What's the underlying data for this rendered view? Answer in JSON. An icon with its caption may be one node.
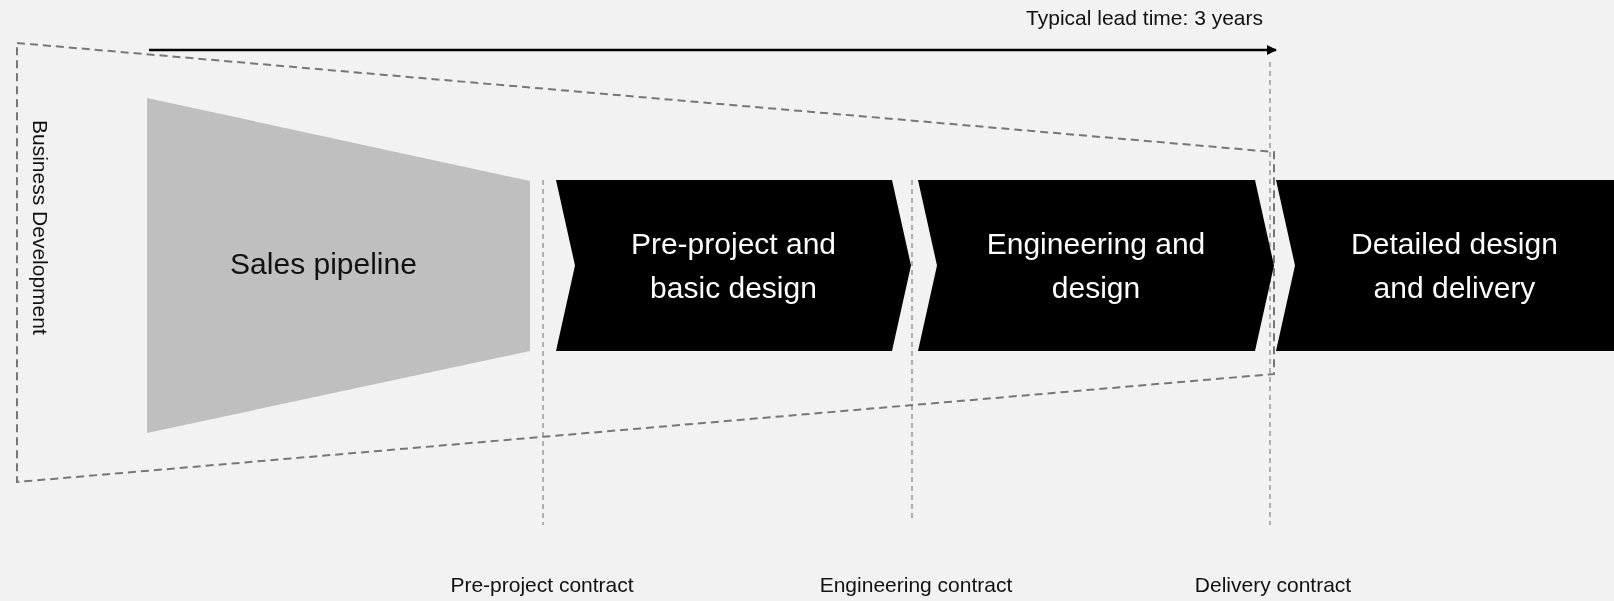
{
  "diagram": {
    "nodes": [
      {
        "text": [
          "Business Development"
        ]
      },
      {
        "text": [
          "Sales pipeline"
        ],
        "in": 0
      },
      {
        "text": [
          "Pre-project and basic design"
        ],
        "in": 0
      },
      {
        "text": [
          "Engineering and design"
        ],
        "in": 0
      },
      {
        "text": [
          "Detailed design and delivery"
        ]
      }
    ],
    "labels": [
      "Typical lead time: 3 years",
      "Pre-project contract",
      "Engineering contract",
      "Delivery contract"
    ]
  }
}
